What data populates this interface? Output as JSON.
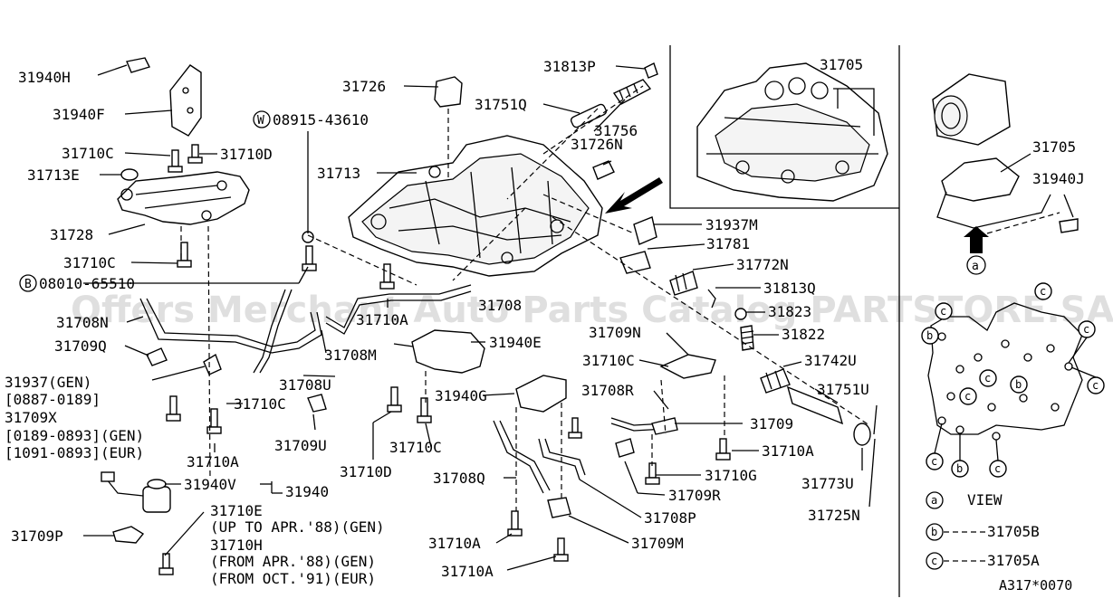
{
  "watermark": "Offers Merchant Auto Parts Catalog PARTSTORE.SA",
  "diagram_code": "A317*0070",
  "parts": {
    "p31940H": "31940H",
    "p31940F": "31940F",
    "p31710C_a": "31710C",
    "p31710D_a": "31710D",
    "p31713E": "31713E",
    "p31728": "31728",
    "p31710C_b": "31710C",
    "p08010": "08010-65510",
    "p31708N": "31708N",
    "p31709Q": "31709Q",
    "p31937": "31937(GEN)",
    "p31937_r": "[0887-0189]",
    "p31709X": "31709X",
    "p31709X_r1": "[0189-0893](GEN)",
    "p31709X_r2": "[1091-0893](EUR)",
    "p31710C_c": "31710C",
    "p31710A_a": "31710A",
    "p31709U": "31709U",
    "p31940V": "31940V",
    "p31940": "31940",
    "p31710E": "31710E",
    "p31710E_n1": "(UP TO APR.'88)(GEN)",
    "p31710H": "31710H",
    "p31710H_n1": "(FROM APR.'88)(GEN)",
    "p31710H_n2": "(FROM OCT.'91)(EUR)",
    "p31709P": "31709P",
    "p31726": "31726",
    "p08915": "08915-43610",
    "p31713": "31713",
    "p31710A_b": "31710A",
    "p31708M": "31708M",
    "p31708U": "31708U",
    "p31708": "31708",
    "p31940E": "31940E",
    "p31940G": "31940G",
    "p31710C_d": "31710C",
    "p31710D_b": "31710D",
    "p31708Q": "31708Q",
    "p31710A_c": "31710A",
    "p31710A_d": "31710A",
    "p31709M": "31709M",
    "p31708P": "31708P",
    "p31813P": "31813P",
    "p31751Q": "31751Q",
    "p31756": "31756",
    "p31726N": "31726N",
    "p31937M": "31937M",
    "p31781": "31781",
    "p31772N": "31772N",
    "p31813Q": "31813Q",
    "p31823": "31823",
    "p31822": "31822",
    "p31742U": "31742U",
    "p31751U": "31751U",
    "p31709N": "31709N",
    "p31710C_e": "31710C",
    "p31708R": "31708R",
    "p31709": "31709",
    "p31710A_e": "31710A",
    "p31710G": "31710G",
    "p31709R": "31709R",
    "p31773U": "31773U",
    "p31725N": "31725N",
    "p31705_top": "31705",
    "p31705_right": "31705",
    "p31940J": "31940J"
  },
  "circle_markers": {
    "w": "W",
    "b": "B",
    "view_a": "a"
  },
  "legend": {
    "a_symbol": "a",
    "a_text": "VIEW",
    "b_symbol": "b",
    "b_text": "31705B",
    "c_symbol": "c",
    "c_text": "31705A"
  }
}
